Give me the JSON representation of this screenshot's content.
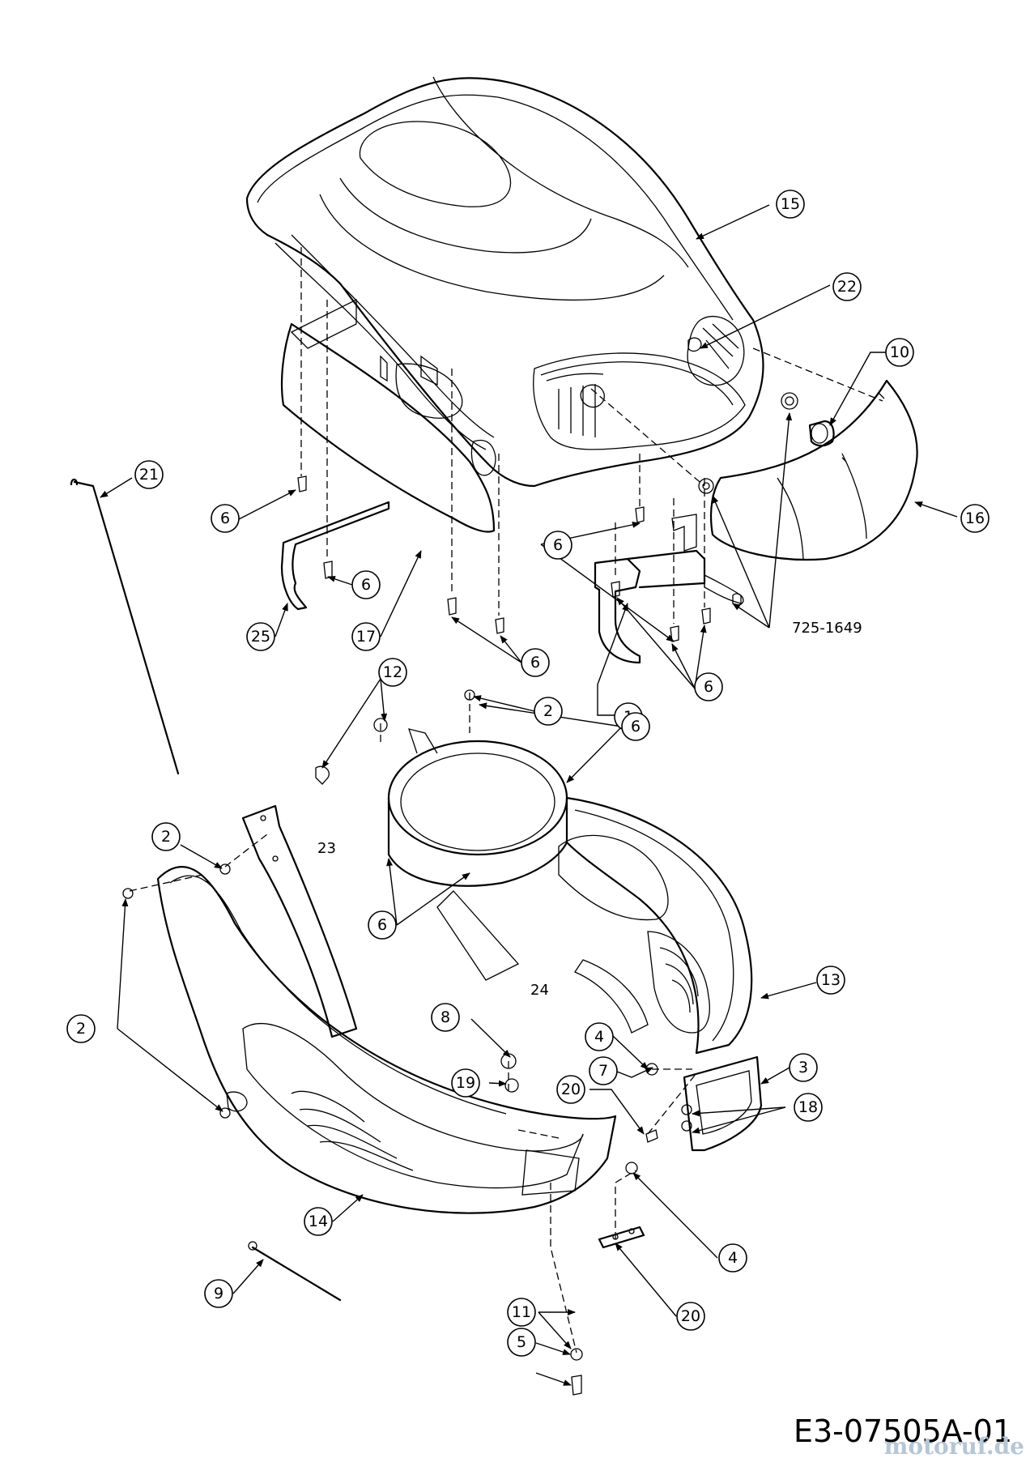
{
  "diagram": {
    "code": "E3-07505A-01",
    "watermark": "motoruf.de",
    "part_number_label": "725-1649",
    "plain_labels": {
      "p23": "23",
      "p24": "24"
    },
    "callouts": [
      "15",
      "22",
      "10",
      "16",
      "6",
      "6",
      "6",
      "6",
      "6",
      "25",
      "17",
      "21",
      "12",
      "2",
      "1",
      "6",
      "2",
      "2",
      "6",
      "13",
      "3",
      "18",
      "8",
      "19",
      "20",
      "7",
      "4",
      "4",
      "14",
      "9",
      "11",
      "5",
      "20"
    ]
  }
}
